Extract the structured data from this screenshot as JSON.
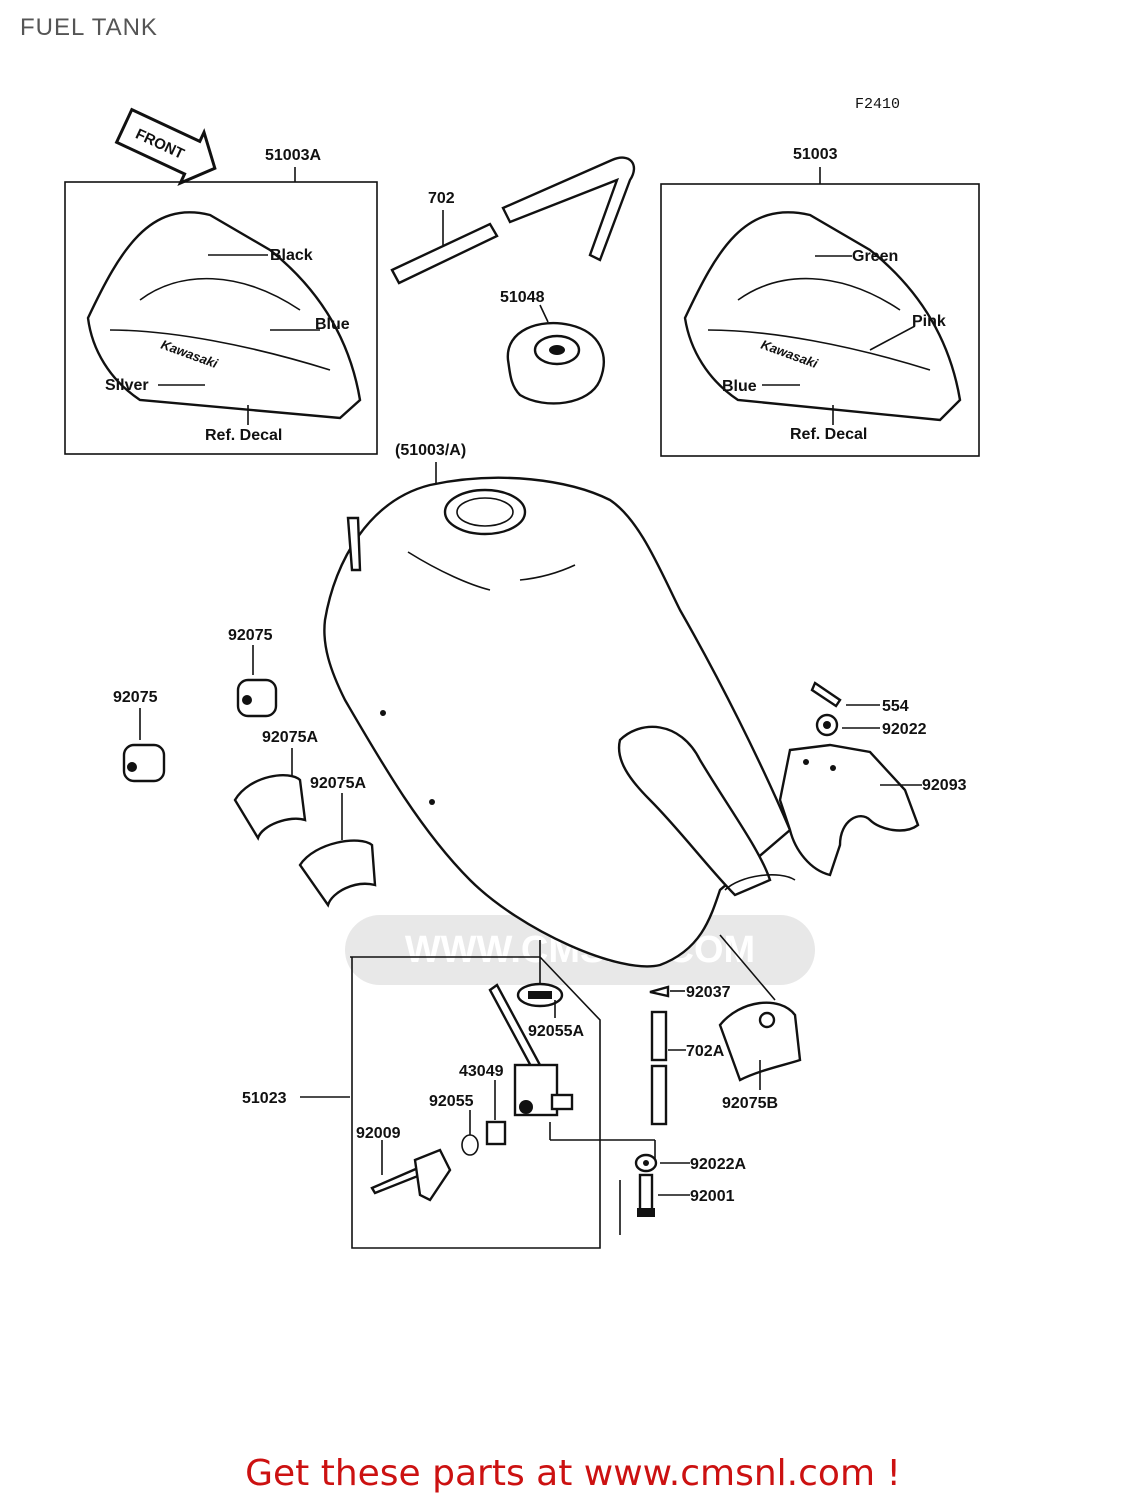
{
  "header": {
    "title": "FUEL TANK",
    "figure_code": "F2410"
  },
  "front_arrow": "FRONT",
  "labels": {
    "p51003A": "51003A",
    "p51003": "51003",
    "p702": "702",
    "p51048": "51048",
    "p51003_A": "(51003/A)",
    "p92075_a": "92075",
    "p92075_b": "92075",
    "p92075A_a": "92075A",
    "p92075A_b": "92075A",
    "p554": "554",
    "p92022": "92022",
    "p92093": "92093",
    "p92037": "92037",
    "p92055A": "92055A",
    "p702A": "702A",
    "p92075B": "92075B",
    "p43049": "43049",
    "p92055": "92055",
    "p51023": "51023",
    "p92009": "92009",
    "p92022A": "92022A",
    "p92001": "92001"
  },
  "left_decal": {
    "black": "Black",
    "blue": "Blue",
    "silver": "Silver",
    "ref": "Ref. Decal",
    "logo": "Kawasaki"
  },
  "right_decal": {
    "green": "Green",
    "pink": "Pink",
    "blue": "Blue",
    "ref": "Ref. Decal",
    "logo": "Kawasaki"
  },
  "watermark": "WWW.CMSNL.COM",
  "footer": {
    "text": "Get these parts at www.cmsnl.com !"
  },
  "colors": {
    "footer": "#cc1111",
    "title": "#555555",
    "line_art": "#111111"
  }
}
